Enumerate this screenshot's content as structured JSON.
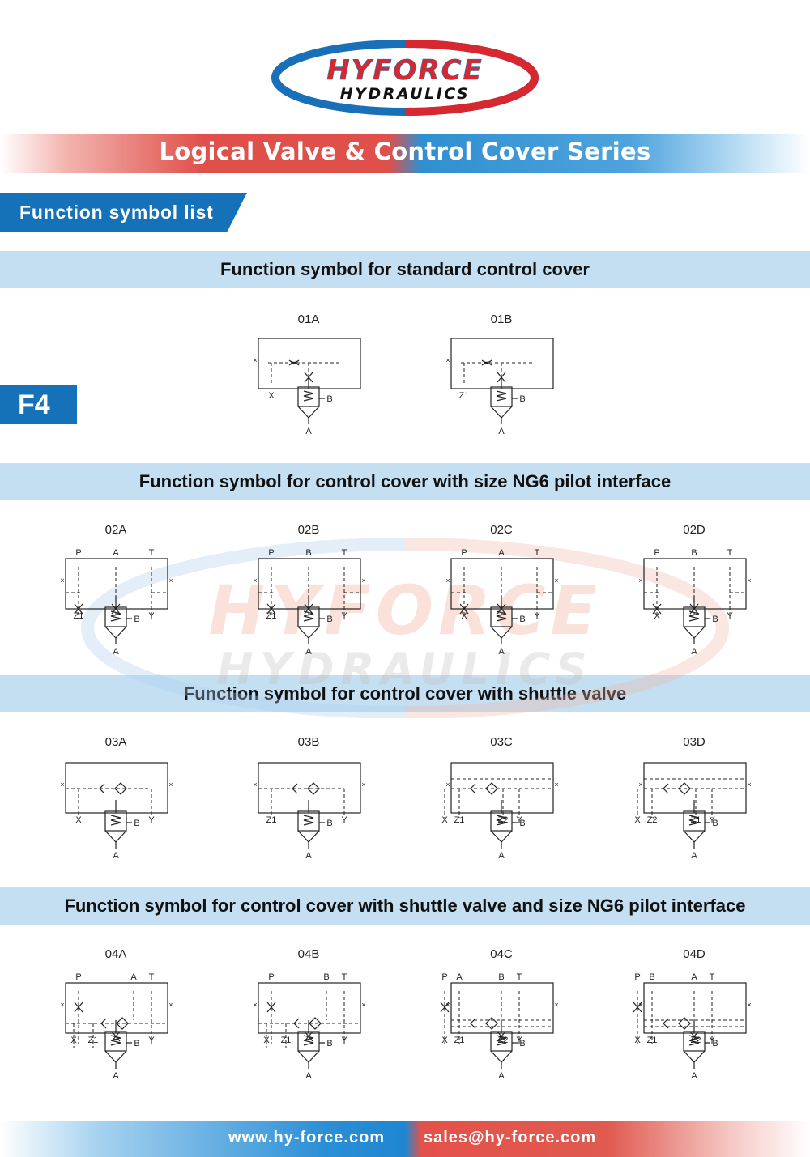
{
  "brand": {
    "line1": "HYFORCE",
    "line2": "HYDRAULICS",
    "red": "#d8282f",
    "blue": "#1a6fb9"
  },
  "banner_title": "Logical Valve & Control Cover Series",
  "section_tab": "Function symbol list",
  "page_badge": "F4",
  "sections": [
    {
      "heading": "Function  symbol  for  standard  control  cover"
    },
    {
      "heading": "Function symbol for control cover with size NG6 pilot interface"
    },
    {
      "heading": "Function symbol for control cover with shuttle valve"
    },
    {
      "heading": "Function symbol for control cover with shuttle valve and size NG6 pilot interface"
    }
  ],
  "symbols": {
    "01A": {
      "code": "01A",
      "bottom": [
        "X"
      ],
      "port_b": "B",
      "port_a": "A"
    },
    "01B": {
      "code": "01B",
      "bottom": [
        "Z1"
      ],
      "port_b": "B",
      "port_a": "A"
    },
    "02A": {
      "code": "02A",
      "top": [
        "P",
        "A",
        "T"
      ],
      "bottom": [
        "Z1",
        "Y"
      ],
      "port_b": "B",
      "port_a": "A"
    },
    "02B": {
      "code": "02B",
      "top": [
        "P",
        "B",
        "T"
      ],
      "bottom": [
        "Z1",
        "Y"
      ],
      "port_b": "B",
      "port_a": "A"
    },
    "02C": {
      "code": "02C",
      "top": [
        "P",
        "A",
        "T"
      ],
      "bottom": [
        "X",
        "Y"
      ],
      "port_b": "B",
      "port_a": "A"
    },
    "02D": {
      "code": "02D",
      "top": [
        "P",
        "B",
        "T"
      ],
      "bottom": [
        "X",
        "Y"
      ],
      "port_b": "B",
      "port_a": "A"
    },
    "03A": {
      "code": "03A",
      "bottom": [
        "X",
        "Y"
      ],
      "port_b": "B",
      "port_a": "A"
    },
    "03B": {
      "code": "03B",
      "bottom": [
        "Z1",
        "Y"
      ],
      "port_b": "B",
      "port_a": "A"
    },
    "03C": {
      "code": "03C",
      "bottom": [
        "X",
        "Z1",
        "Z2",
        "Y"
      ],
      "port_b": "B",
      "port_a": "A"
    },
    "03D": {
      "code": "03D",
      "bottom": [
        "X",
        "Z2",
        "Z1",
        "Y"
      ],
      "port_b": "B",
      "port_a": "A"
    },
    "04A": {
      "code": "04A",
      "top": [
        "P",
        "A",
        "T"
      ],
      "bottom": [
        "X",
        "Z1",
        "Y"
      ],
      "port_b": "B",
      "port_a": "A"
    },
    "04B": {
      "code": "04B",
      "top": [
        "P",
        "B",
        "T"
      ],
      "bottom": [
        "X",
        "Z1",
        "Y"
      ],
      "port_b": "B",
      "port_a": "A"
    },
    "04C": {
      "code": "04C",
      "top": [
        "P",
        "A",
        "B",
        "T"
      ],
      "bottom": [
        "X",
        "Z1",
        "Z2",
        "Y"
      ],
      "port_b": "B",
      "port_a": "A"
    },
    "04D": {
      "code": "04D",
      "top": [
        "P",
        "B",
        "A",
        "T"
      ],
      "bottom": [
        "X",
        "Z1",
        "Z2",
        "Y"
      ],
      "port_b": "B",
      "port_a": "A"
    }
  },
  "footer": {
    "website": "www.hy-force.com",
    "email": "sales@hy-force.com"
  }
}
